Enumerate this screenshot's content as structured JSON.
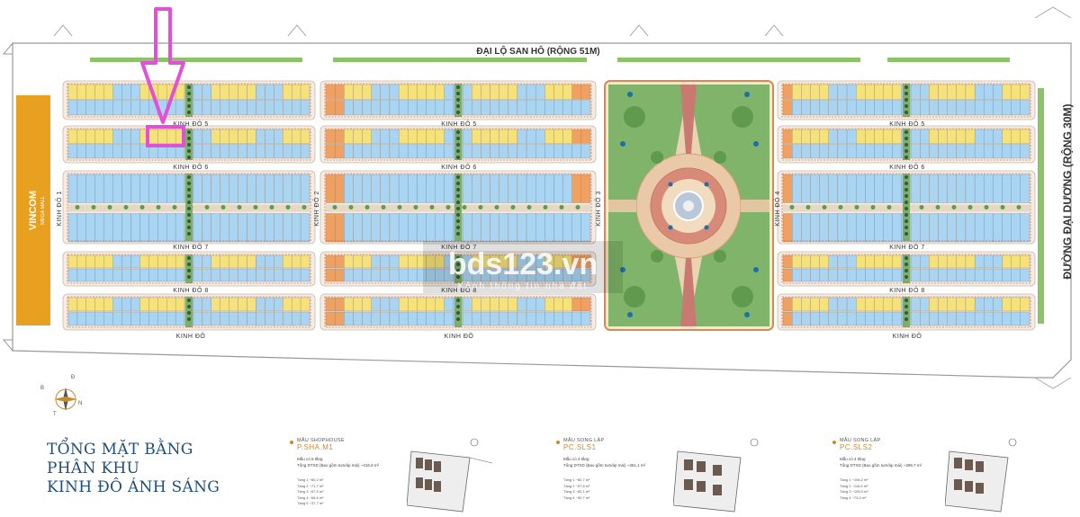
{
  "roads": {
    "top": "ĐẠI LỘ SAN HÔ (RỘNG 51M)",
    "right": "ĐƯỜNG ĐẠI DƯƠNG (RỘNG 30M)"
  },
  "mall": {
    "name": "VINCOM",
    "sub": "MEGA MALL"
  },
  "streets": {
    "kd5": "KINH ĐÔ 5",
    "kd6": "KINH ĐÔ 6",
    "kd7": "KINH ĐÔ 7",
    "kd8": "KINH ĐÔ 8",
    "kd": "KINH ĐÔ",
    "kd1": "KINH ĐÔ 1",
    "kd2": "KINH ĐÔ 2",
    "kd3": "KINH ĐÔ 3",
    "kd4": "KINH ĐÔ 4"
  },
  "watermark": {
    "main": "bds123.vn",
    "sub": "Kênh thông tin nhà đất"
  },
  "compass": {
    "north": "N",
    "south": "B",
    "east": "Đ",
    "west": "T"
  },
  "title": {
    "line1": "TỔNG MẶT BẰNG",
    "line2": "PHÂN KHU",
    "line3": "KINH ĐÔ ÁNH SÁNG"
  },
  "models": [
    {
      "category": "MẪU SHOPHOUSE",
      "code": "P.SHA.M1",
      "desc": "Mẫu có 5 tầng",
      "total": "Tổng DTXD (Bao gồm tum/áp mái) ~316,8 m²",
      "floors": [
        "Tầng 1  ~60,2 m²",
        "Tầng 2  ~71,7 m²",
        "Tầng 3  ~67,5 m²",
        "Tầng 4  ~66,6 m²",
        "Tầng 5  ~37,7 m²"
      ]
    },
    {
      "category": "MẪU SONG LẬP",
      "code": "PC.SLS1",
      "desc": "Mẫu có 4 tầng",
      "total": "Tổng DTXD (Bao gồm tum/áp mái) ~351,1 m²",
      "floors": [
        "Tầng 1  ~80,7 m²",
        "Tầng 2  ~97,6 m²",
        "Tầng 3  ~82,1 m²",
        "Tầng 4  ~90,7 m²"
      ]
    },
    {
      "category": "MẪU SONG LẬP",
      "code": "PC.SLS2",
      "desc": "Mẫu có 4 tầng",
      "total": "Tổng DTXD (Bao gồm tum/áp mái) ~399,7 m²",
      "floors": [
        "Tầng 1  ~106,2 m²",
        "Tầng 2  ~115,6 m²",
        "Tầng 3  ~105,0 m²",
        "Tầng 4  ~73,0 m²"
      ]
    }
  ],
  "colors": {
    "yellow": "#f6e27a",
    "blue": "#a9d4f2",
    "orange": "#f0a060",
    "green": "#8cc26a",
    "mall": "#e8a020",
    "arrow": "#e34fd6",
    "titleBlue": "#1d4f7a",
    "gold": "#c98a2c"
  }
}
